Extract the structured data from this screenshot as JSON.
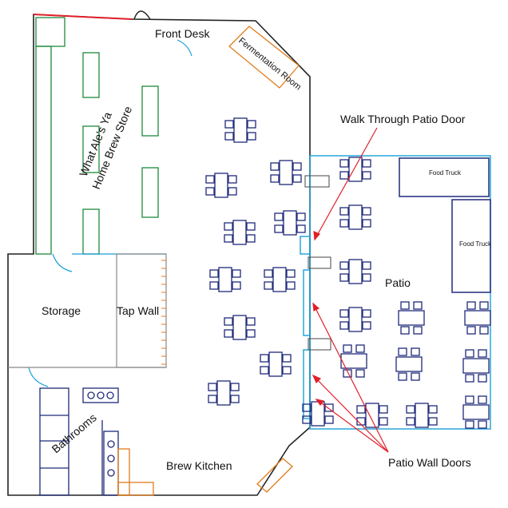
{
  "labels": {
    "front_desk": "Front Desk",
    "fermentation_room": "Fermentation Room",
    "store_line1": "What Ale's Ya",
    "store_line2": "Home Brew Store",
    "storage": "Storage",
    "tap_wall": "Tap Wall",
    "bathrooms": "Bathrooms",
    "brew_kitchen": "Brew Kitchen",
    "patio": "Patio",
    "food_truck_1": "Food Truck",
    "food_truck_2": "Food Truck",
    "walk_through_door": "Walk Through Patio Door",
    "patio_wall_doors": "Patio Wall Doors"
  },
  "colors": {
    "wall": "#222222",
    "store_shelf": "#1e8a3c",
    "furniture": "#1f2a7a",
    "patio_outline": "#1aa0d8",
    "fermentation": "#e07b1a",
    "tap_ticks": "#e07b1a",
    "arrow": "#e0202a",
    "door_swing": "#1aa0d8",
    "top_wall_red": "#e0202a"
  }
}
